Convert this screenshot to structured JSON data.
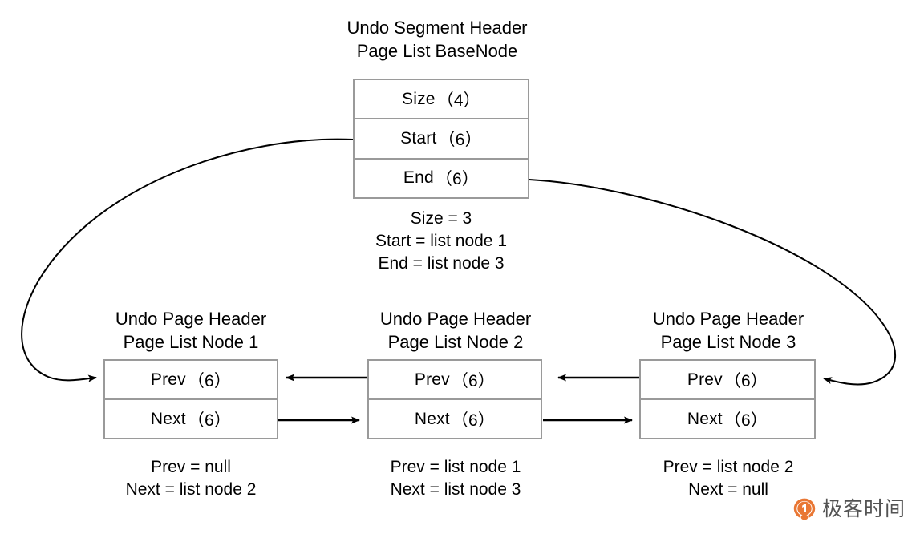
{
  "diagram": {
    "base_node": {
      "title_line1": "Undo  Segment Header",
      "title_line2": "Page List BaseNode",
      "rows": [
        {
          "name": "Size",
          "size": "（4）"
        },
        {
          "name": "Start",
          "size": "（6）"
        },
        {
          "name": "End",
          "size": "（6）"
        }
      ],
      "caption": [
        "Size = 3",
        "Start = list node 1",
        "End = list node 3"
      ]
    },
    "list_nodes": [
      {
        "title_line1": "Undo Page Header",
        "title_line2": "Page List Node 1",
        "rows": [
          {
            "name": "Prev",
            "size": "（6）"
          },
          {
            "name": "Next",
            "size": "（6）"
          }
        ],
        "caption": [
          "Prev = null",
          "Next = list node 2"
        ]
      },
      {
        "title_line1": "Undo Page Header",
        "title_line2": "Page List Node 2",
        "rows": [
          {
            "name": "Prev",
            "size": "（6）"
          },
          {
            "name": "Next",
            "size": "（6）"
          }
        ],
        "caption": [
          "Prev = list node 1",
          "Next = list node 3"
        ]
      },
      {
        "title_line1": "Undo Page Header",
        "title_line2": "Page List Node 3",
        "rows": [
          {
            "name": "Prev",
            "size": "（6）"
          },
          {
            "name": "Next",
            "size": "（6）"
          }
        ],
        "caption": [
          "Prev = list node 2",
          "Next = null"
        ]
      }
    ],
    "connectors": [
      {
        "name": "start-to-node1",
        "from": "base.Start",
        "to": "node1.Prev",
        "style": "curve"
      },
      {
        "name": "end-to-node3",
        "from": "base.End",
        "to": "node3.Prev",
        "style": "curve"
      },
      {
        "name": "node2-prev-to-node1",
        "from": "node2.Prev",
        "to": "node1.Prev",
        "style": "straight"
      },
      {
        "name": "node1-next-to-node2",
        "from": "node1.Next",
        "to": "node2.Next",
        "style": "straight"
      },
      {
        "name": "node3-prev-to-node2",
        "from": "node3.Prev",
        "to": "node2.Prev",
        "style": "straight"
      },
      {
        "name": "node2-next-to-node3",
        "from": "node2.Next",
        "to": "node3.Next",
        "style": "straight"
      }
    ]
  },
  "watermark": {
    "text": "极客时间",
    "mark_color": "#E8702A",
    "text_color": "#4a4a4a"
  },
  "colors": {
    "background": "#ffffff",
    "box_border": "#9a9a9a",
    "text": "#000000",
    "connector": "#000000"
  }
}
